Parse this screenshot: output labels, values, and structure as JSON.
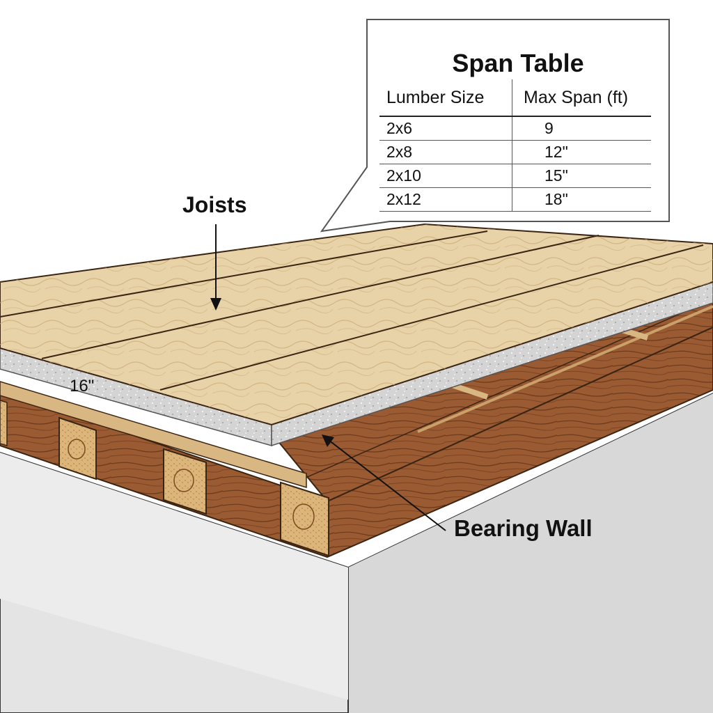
{
  "labels": {
    "joists": "Joists",
    "bearing_wall": "Bearing Wall",
    "spacing": "16\""
  },
  "span_table": {
    "title": "Span Table",
    "headers": [
      "Lumber Size",
      "Max Span (ft)"
    ],
    "rows": [
      [
        "2x6",
        "9"
      ],
      [
        "2x8",
        "12\""
      ],
      [
        "2x10",
        "15\""
      ],
      [
        "2x12",
        "18\""
      ]
    ]
  },
  "colors": {
    "subfloor": "#e8d2a8",
    "joist": "#9a5a32",
    "joist_end": "#dcb57a",
    "concrete": "#e6e6e6",
    "underlayment": "#c8c8c8"
  }
}
